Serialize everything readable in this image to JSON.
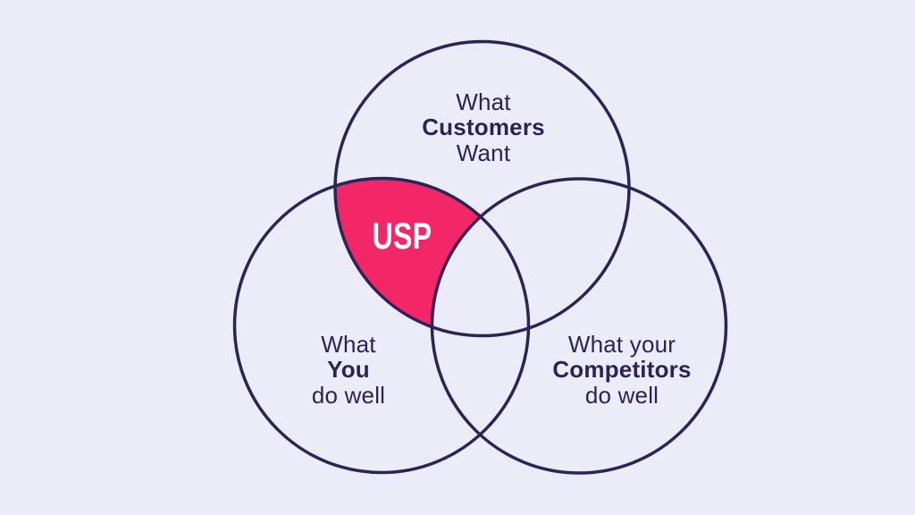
{
  "title": "USP Venn diagram",
  "colors": {
    "background": "#ebecf7",
    "circle_stroke": "#2a2457",
    "text": "#2a2456",
    "usp_fill": "#f32668",
    "usp_text": "#ffffff"
  },
  "diagram": {
    "type": "venn",
    "center_label": "USP",
    "sets": [
      {
        "name": "customers",
        "lines": [
          "What",
          "Customers",
          "Want"
        ]
      },
      {
        "name": "you",
        "lines": [
          "What",
          "You",
          "do well"
        ]
      },
      {
        "name": "competitors",
        "lines": [
          "What your",
          "Competitors",
          "do well"
        ]
      }
    ]
  }
}
